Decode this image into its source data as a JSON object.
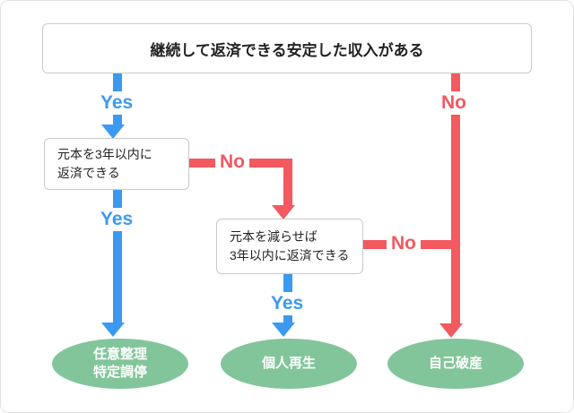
{
  "diagram": {
    "nodes": {
      "income": {
        "text": "継続して返済できる安定した収入がある"
      },
      "repay_3y": {
        "lines": [
          "元本を3年以内に",
          "返済できる"
        ]
      },
      "repay_3y_reduced": {
        "lines": [
          "元本を減らせば",
          "3年以内に返済できる"
        ]
      }
    },
    "edges": {
      "yes_top": "Yes",
      "no_top": "No",
      "yes_mid": "Yes",
      "no_mid": "No",
      "yes_bottom": "Yes",
      "no_bottom": "No"
    },
    "outcomes": {
      "niniseiri": {
        "lines": [
          "任意整理",
          "特定調停"
        ]
      },
      "kojinsaisei": {
        "text": "個人再生"
      },
      "jikohasan": {
        "text": "自己破産"
      }
    },
    "colors": {
      "yes_blue": "#3b9af0",
      "no_red": "#f25a60",
      "outcome_green": "#83c59b"
    }
  }
}
